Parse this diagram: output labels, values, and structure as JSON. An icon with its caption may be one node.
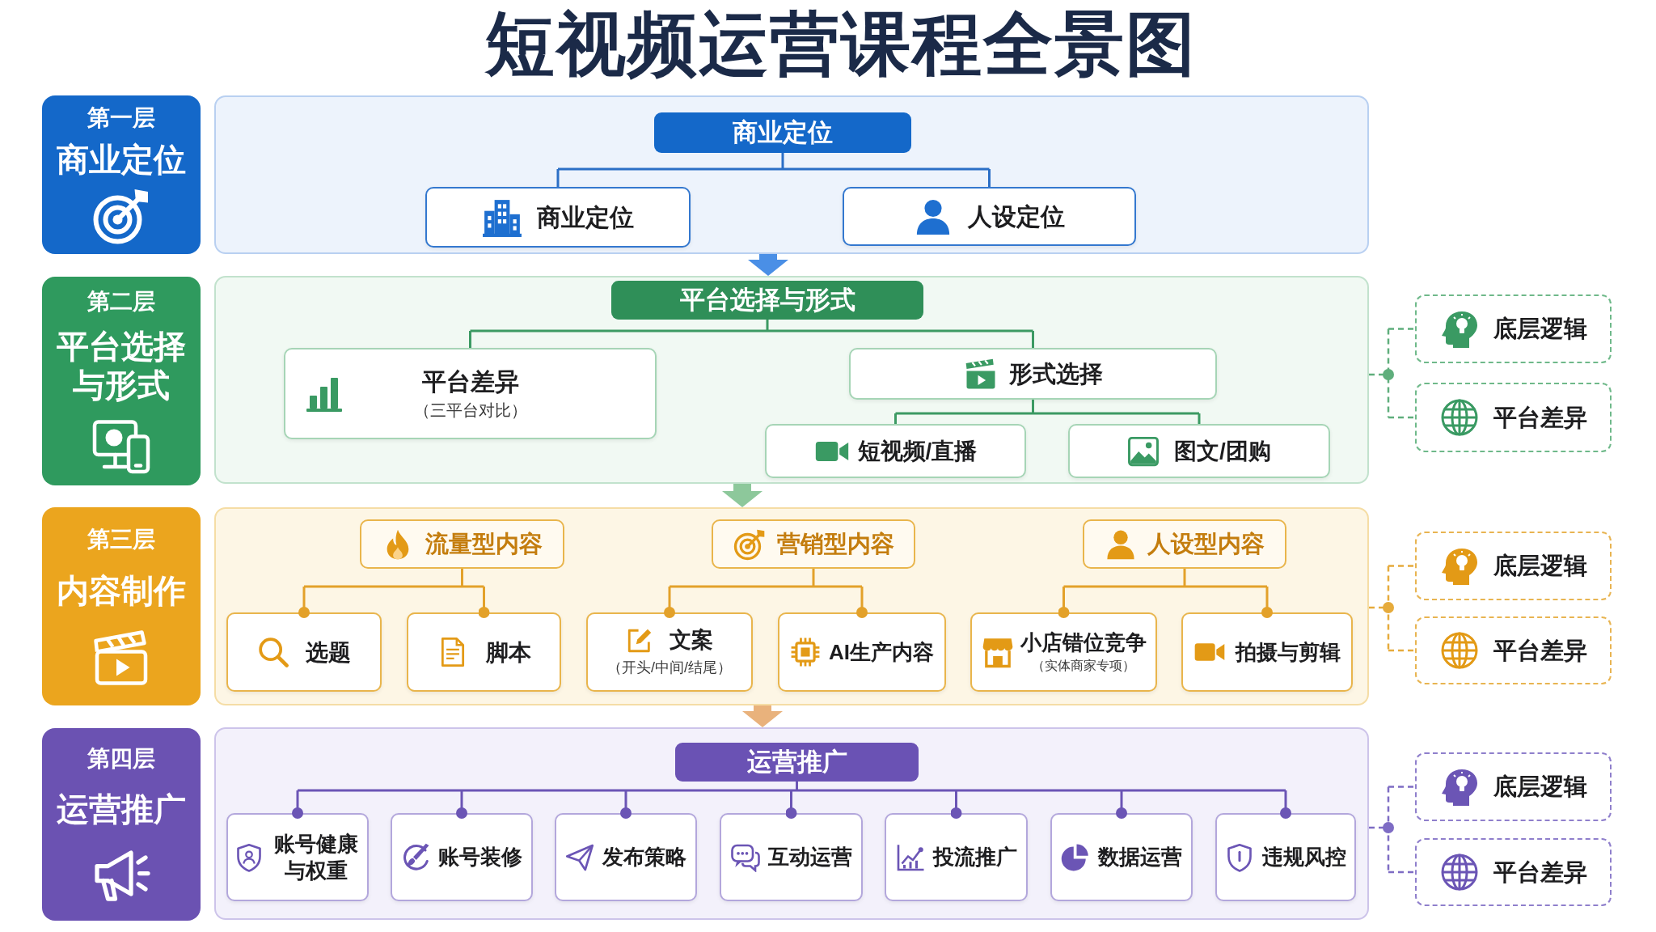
{
  "diagram": {
    "title": "短视频运营课程全景图",
    "nodes": [
      {
        "text": [
          "第一层",
          "商业定位"
        ]
      },
      {
        "text": [],
        "shape": "box"
      },
      {
        "text": [
          "商业定位"
        ],
        "in": 1
      },
      {
        "text": [
          "商业定位"
        ],
        "in": 1
      },
      {
        "text": [
          "人设定位"
        ],
        "in": 1
      },
      {
        "text": [
          "第二层",
          "平台选择与形式"
        ]
      },
      {
        "text": [],
        "shape": "box"
      },
      {
        "text": [
          "平台选择与形式"
        ],
        "in": 6
      },
      {
        "text": [
          "平台差异",
          "（三平台对比）"
        ],
        "in": 6
      },
      {
        "text": [
          "形式选择"
        ],
        "in": 6
      },
      {
        "text": [
          "短视频/直播"
        ],
        "in": 6
      },
      {
        "text": [
          "图文/团购"
        ],
        "in": 6
      },
      {
        "text": [
          "底层逻辑"
        ]
      },
      {
        "text": [
          "平台差异"
        ]
      },
      {
        "text": [
          "第三层",
          "内容制作"
        ]
      },
      {
        "text": [],
        "shape": "box"
      },
      {
        "text": [
          "流量型内容"
        ],
        "in": 15
      },
      {
        "text": [
          "营销型内容"
        ],
        "in": 15
      },
      {
        "text": [
          "人设型内容"
        ],
        "in": 15
      },
      {
        "text": [
          "选题"
        ],
        "in": 15
      },
      {
        "text": [
          "脚本"
        ],
        "in": 15
      },
      {
        "text": [
          "文案",
          "（开头/中间/结尾）"
        ],
        "in": 15
      },
      {
        "text": [
          "AI生产内容"
        ],
        "in": 15
      },
      {
        "text": [
          "小店错位竞争",
          "（实体商家专项）"
        ],
        "in": 15
      },
      {
        "text": [
          "拍摄与剪辑"
        ],
        "in": 15
      },
      {
        "text": [
          "底层逻辑"
        ]
      },
      {
        "text": [
          "平台差异"
        ]
      },
      {
        "text": [
          "第四层",
          "运营推广"
        ]
      },
      {
        "text": [],
        "shape": "box"
      },
      {
        "text": [
          "运营推广"
        ],
        "in": 28
      },
      {
        "text": [
          "账号健康与权重"
        ],
        "in": 28
      },
      {
        "text": [
          "账号装修"
        ],
        "in": 28
      },
      {
        "text": [
          "发布策略"
        ],
        "in": 28
      },
      {
        "text": [
          "互动运营"
        ],
        "in": 28
      },
      {
        "text": [
          "投流推广"
        ],
        "in": 28
      },
      {
        "text": [
          "数据运营"
        ],
        "in": 28
      },
      {
        "text": [
          "违规风控"
        ],
        "in": 28
      },
      {
        "text": [
          "底层逻辑"
        ]
      },
      {
        "text": [
          "平台差异"
        ]
      }
    ],
    "edges": [
      {
        "from": 2,
        "to": 3,
        "arrow": "none",
        "color": "#2b6fc6"
      },
      {
        "from": 2,
        "to": 4,
        "arrow": "none",
        "color": "#2b6fc6"
      },
      {
        "from": 1,
        "to": 6,
        "arrow": "to",
        "style": "thick",
        "color": "#4a8fe6"
      },
      {
        "from": 7,
        "to": 8,
        "arrow": "none",
        "color": "#3c9a63"
      },
      {
        "from": 7,
        "to": 9,
        "arrow": "none",
        "color": "#3c9a63"
      },
      {
        "from": 9,
        "to": 10,
        "arrow": "none",
        "color": "#3c9a63"
      },
      {
        "from": 9,
        "to": 11,
        "arrow": "none",
        "color": "#3c9a63"
      },
      {
        "from": 6,
        "to": 12,
        "arrow": "none",
        "style": "dashed",
        "color": "#5fae7c"
      },
      {
        "from": 6,
        "to": 13,
        "arrow": "none",
        "style": "dashed",
        "color": "#5fae7c"
      },
      {
        "from": 6,
        "to": 15,
        "arrow": "to",
        "style": "thick",
        "color": "#8dc89b"
      },
      {
        "from": 16,
        "to": 19,
        "arrow": "other",
        "color": "#e3a12a"
      },
      {
        "from": 16,
        "to": 20,
        "arrow": "other",
        "color": "#e3a12a"
      },
      {
        "from": 17,
        "to": 21,
        "arrow": "other",
        "color": "#e3a12a"
      },
      {
        "from": 17,
        "to": 22,
        "arrow": "other",
        "color": "#e3a12a"
      },
      {
        "from": 18,
        "to": 23,
        "arrow": "other",
        "color": "#e3a12a"
      },
      {
        "from": 18,
        "to": 24,
        "arrow": "other",
        "color": "#e3a12a"
      },
      {
        "from": 15,
        "to": 25,
        "arrow": "none",
        "style": "dashed",
        "color": "#e6ab3c"
      },
      {
        "from": 15,
        "to": 26,
        "arrow": "none",
        "style": "dashed",
        "color": "#e6ab3c"
      },
      {
        "from": 15,
        "to": 28,
        "arrow": "to",
        "style": "thick",
        "color": "#e9b27c"
      },
      {
        "from": 29,
        "to": 30,
        "arrow": "other",
        "color": "#6b55b5"
      },
      {
        "from": 29,
        "to": 31,
        "arrow": "other",
        "color": "#6b55b5"
      },
      {
        "from": 29,
        "to": 32,
        "arrow": "other",
        "color": "#6b55b5"
      },
      {
        "from": 29,
        "to": 33,
        "arrow": "other",
        "color": "#6b55b5"
      },
      {
        "from": 29,
        "to": 34,
        "arrow": "other",
        "color": "#6b55b5"
      },
      {
        "from": 29,
        "to": 35,
        "arrow": "other",
        "color": "#6b55b5"
      },
      {
        "from": 29,
        "to": 36,
        "arrow": "other",
        "color": "#6b55b5"
      },
      {
        "from": 28,
        "to": 37,
        "arrow": "none",
        "style": "dashed",
        "color": "#7e6cc4"
      },
      {
        "from": 28,
        "to": 38,
        "arrow": "none",
        "style": "dashed",
        "color": "#7e6cc4"
      }
    ]
  }
}
